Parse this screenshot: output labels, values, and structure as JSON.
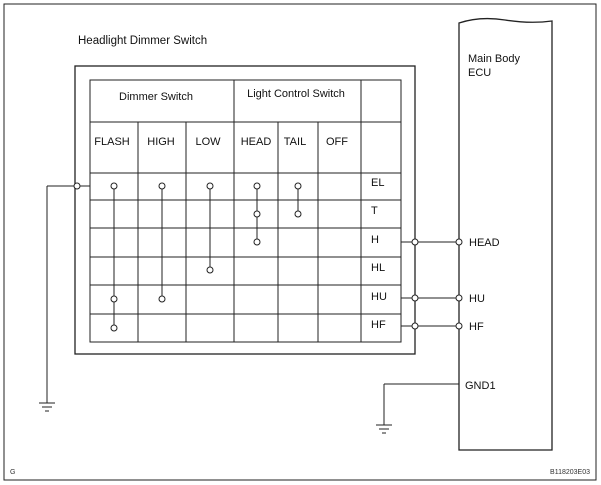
{
  "title": "Headlight Dimmer Switch",
  "groups": {
    "dimmer": "Dimmer Switch",
    "light_control": "Light Control Switch"
  },
  "positions": [
    "FLASH",
    "HIGH",
    "LOW",
    "HEAD",
    "TAIL",
    "OFF"
  ],
  "terminals": [
    "EL",
    "T",
    "H",
    "HL",
    "HU",
    "HF"
  ],
  "ecu": {
    "name_line1": "Main Body",
    "name_line2": "ECU",
    "pins": [
      "HEAD",
      "HU",
      "HF",
      "GND1"
    ]
  },
  "corner_label": "G",
  "figure_id": "B118203E03"
}
